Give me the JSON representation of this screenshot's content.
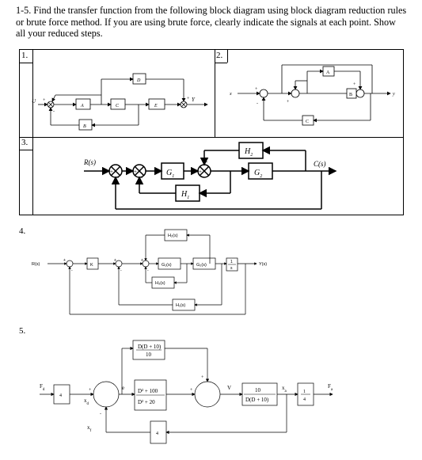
{
  "prompt": "1-5. Find the transfer function from the following block diagram using block diagram reduction rules or brute force method. If you are using brute force, clearly indicate the signals at each point. Show all your reduced steps.",
  "problems": {
    "p1": {
      "number": "1.",
      "signals": {
        "input": "U",
        "output": "Y"
      },
      "blocks": {
        "d": "D",
        "a": "A",
        "c": "C",
        "e": "E",
        "b": "B"
      },
      "signs": {
        "plus": "+",
        "minus": "-"
      }
    },
    "p2": {
      "number": "2.",
      "signals": {
        "input": "x",
        "output": "y"
      },
      "blocks": {
        "a": "A",
        "b": "B",
        "c": "C"
      },
      "signs": {
        "plus": "+",
        "minus": "-"
      }
    },
    "p3": {
      "number": "3.",
      "signals": {
        "input": "R(s)",
        "output": "C(s)"
      },
      "blocks": {
        "h2": "H",
        "g1": "G",
        "h1": "H",
        "g2": "G"
      },
      "subscripts": {
        "one": "1",
        "two": "2"
      },
      "signs": {
        "plus": "+",
        "minus": "-"
      }
    },
    "p4": {
      "number": "4.",
      "signals": {
        "input": "R(s)",
        "output": "Y(s)"
      },
      "blocks": {
        "k": "K",
        "h2": "H₂(s)",
        "g1": "G₁(s)",
        "g2": "G₂(s)",
        "h3": "H₃(s)",
        "h1": "H₁(s)",
        "int_num": "1",
        "int_den": "s"
      },
      "signs": {
        "plus": "+",
        "minus": "-"
      }
    },
    "p5": {
      "number": "5.",
      "signals": {
        "fd": "F",
        "fd_sub": "d",
        "xd": "x",
        "xd_sub": "d",
        "xf": "x",
        "xf_sub": "f",
        "e": "e",
        "v": "V",
        "xa": "x",
        "xa_sub": "a",
        "fa": "F",
        "fa_sub": "a"
      },
      "blocks": {
        "gain_left": "4",
        "top_num": "D(D + 10)",
        "top_den": "10",
        "mid_num": "D² + 100",
        "mid_den": "D² + 20",
        "right_num": "10",
        "right_den": "D(D + 10)",
        "frac_num": "1",
        "frac_den": "4",
        "feedback": "4"
      },
      "signs": {
        "plus": "+",
        "minus": "-"
      }
    }
  }
}
